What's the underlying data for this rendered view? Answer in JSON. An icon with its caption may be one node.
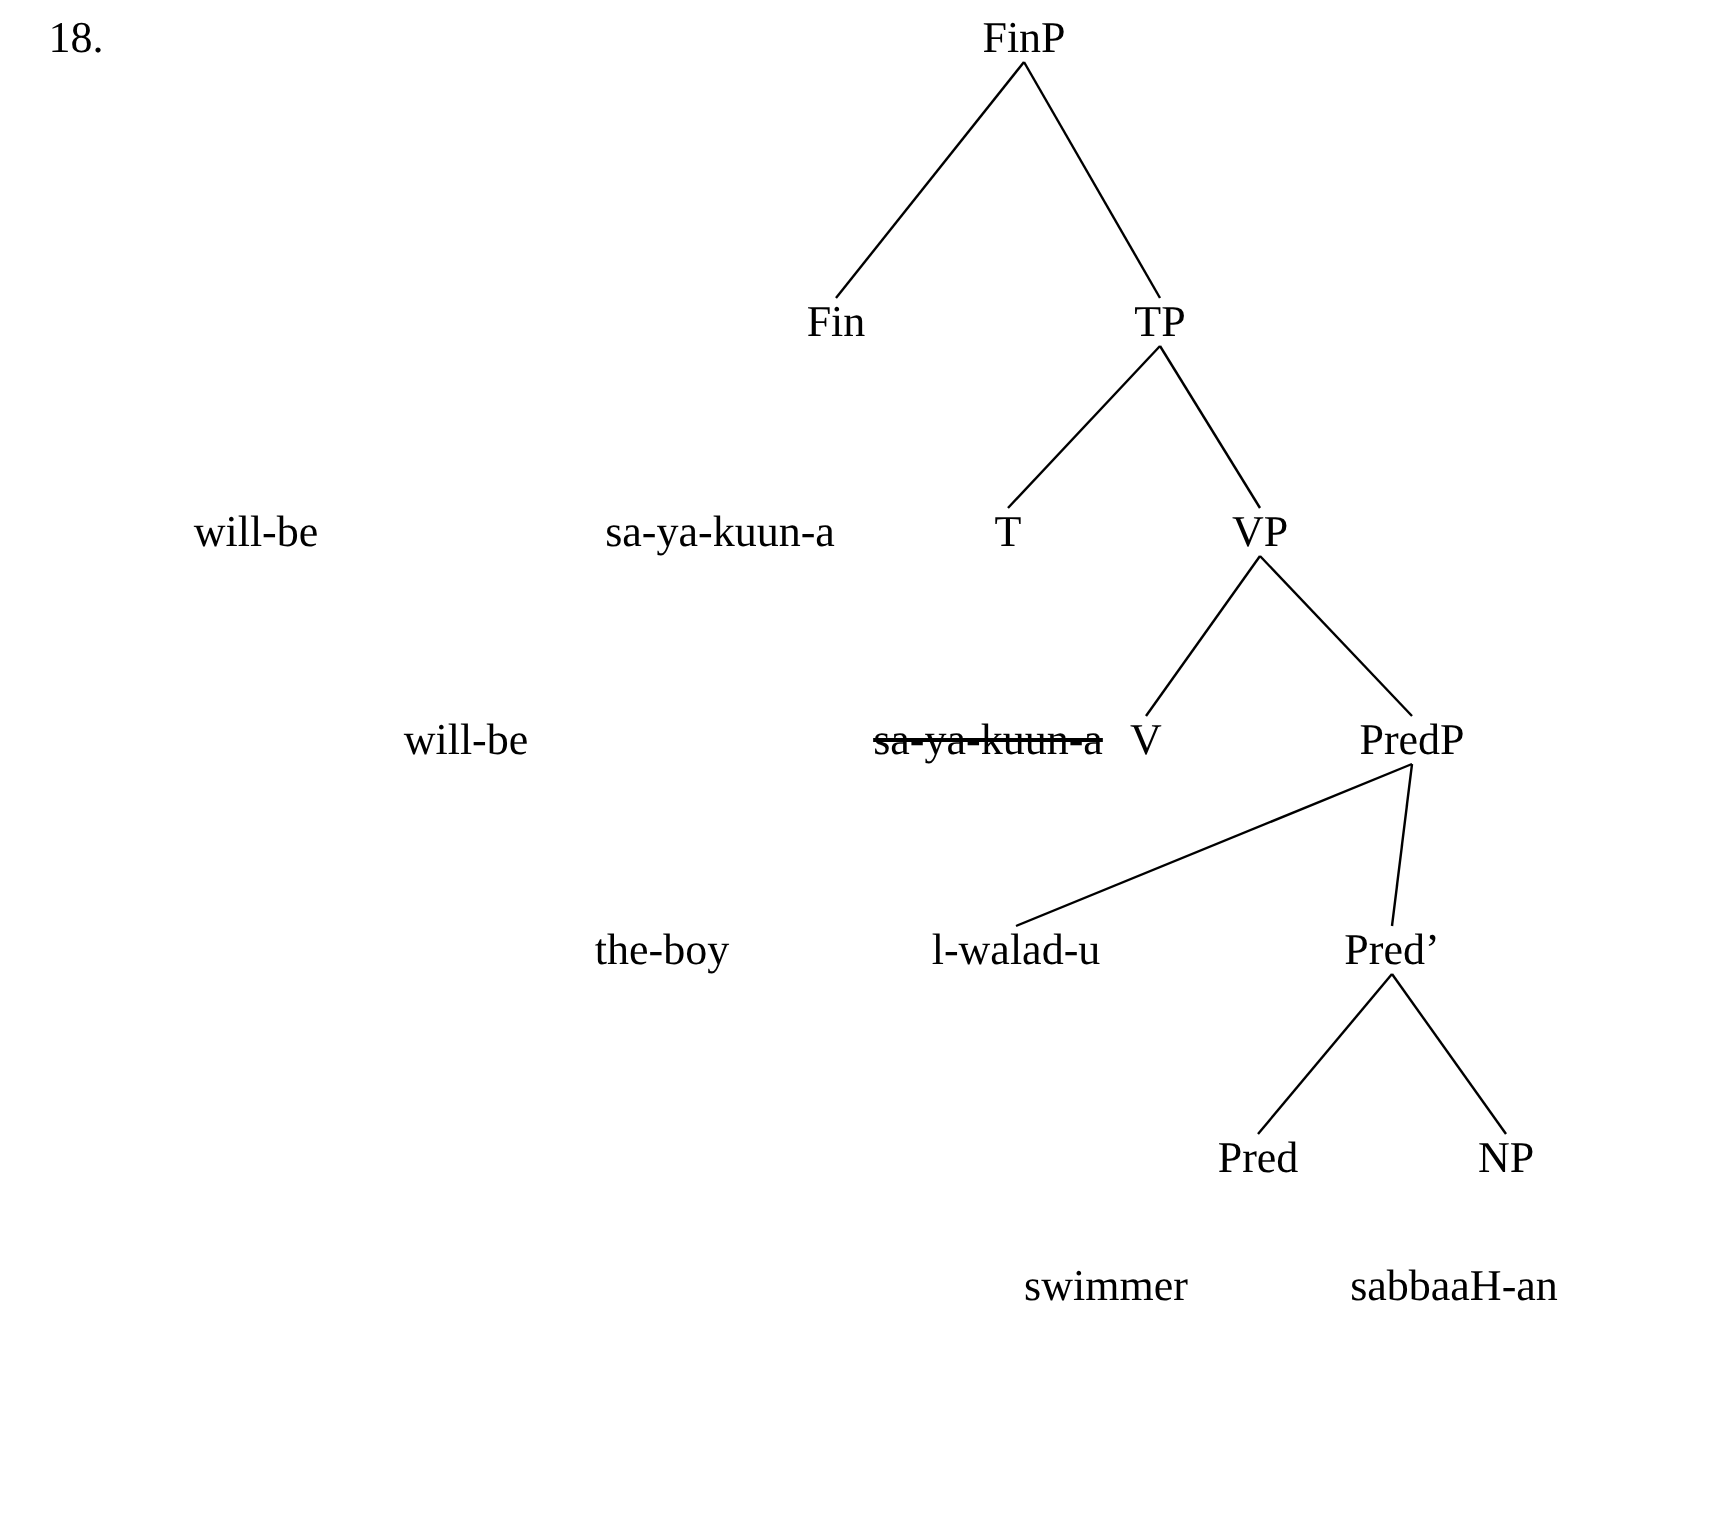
{
  "diagram": {
    "nodes": [
      {
        "text": [
          "FinP"
        ]
      },
      {
        "text": [
          "Fin"
        ]
      },
      {
        "text": [
          "TP"
        ]
      },
      {
        "text": [
          "T"
        ]
      },
      {
        "text": [
          "VP"
        ]
      },
      {
        "text": [
          "V"
        ]
      },
      {
        "text": [
          "PredP"
        ]
      },
      {
        "text": [
          "l-walad-u"
        ]
      },
      {
        "text": [
          "Pred’"
        ]
      },
      {
        "text": [
          "Pred"
        ]
      },
      {
        "text": [
          "NP"
        ]
      }
    ],
    "edges": [
      {
        "from": 0,
        "to": 1,
        "arrow": "none"
      },
      {
        "from": 0,
        "to": 2,
        "arrow": "none"
      },
      {
        "from": 2,
        "to": 3,
        "arrow": "none"
      },
      {
        "from": 2,
        "to": 4,
        "arrow": "none"
      },
      {
        "from": 4,
        "to": 5,
        "arrow": "none"
      },
      {
        "from": 4,
        "to": 6,
        "arrow": "none"
      },
      {
        "from": 6,
        "to": 7,
        "arrow": "none"
      },
      {
        "from": 6,
        "to": 8,
        "arrow": "none"
      },
      {
        "from": 8,
        "to": 9,
        "arrow": "none"
      },
      {
        "from": 8,
        "to": 10,
        "arrow": "none"
      }
    ],
    "labels": [
      "18.",
      "will-be",
      "sa-ya-kuun-a",
      "will-be",
      "sa-ya-kuun-a",
      "the-boy",
      "swimmer",
      "sabbaaH-an"
    ]
  }
}
